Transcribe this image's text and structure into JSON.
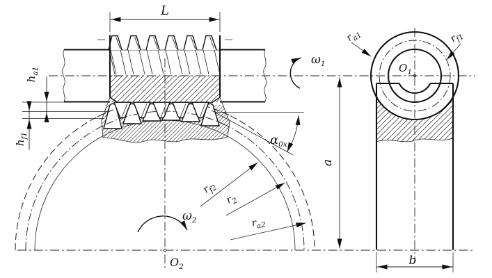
{
  "drawing": {
    "kind": "worm-gear-drive-diagram",
    "colors": {
      "line": "#1a1a1a",
      "background": "#ffffff"
    }
  },
  "labels": {
    "length": {
      "main": "L",
      "sub": ""
    },
    "ha1": {
      "main": "h",
      "sub": "a1"
    },
    "hf1": {
      "main": "h",
      "sub": "f1"
    },
    "omega1": {
      "main": "ω",
      "sub": "1"
    },
    "omega2": {
      "main": "ω",
      "sub": "2"
    },
    "alpha0x": {
      "main": "α",
      "sub": "0x"
    },
    "centre_distance": {
      "main": "a",
      "sub": ""
    },
    "rim_width": {
      "main": "b",
      "sub": ""
    },
    "O1": {
      "main": "O",
      "sub": "1"
    },
    "O2": {
      "main": "O",
      "sub": "2"
    },
    "ra1": {
      "main": "r",
      "sub": "a1"
    },
    "rf1": {
      "main": "r",
      "sub": "f1"
    },
    "rf2": {
      "main": "r",
      "sub": "f2"
    },
    "r2": {
      "main": "r",
      "sub": "2"
    },
    "ra2": {
      "main": "r",
      "sub": "a2"
    }
  }
}
